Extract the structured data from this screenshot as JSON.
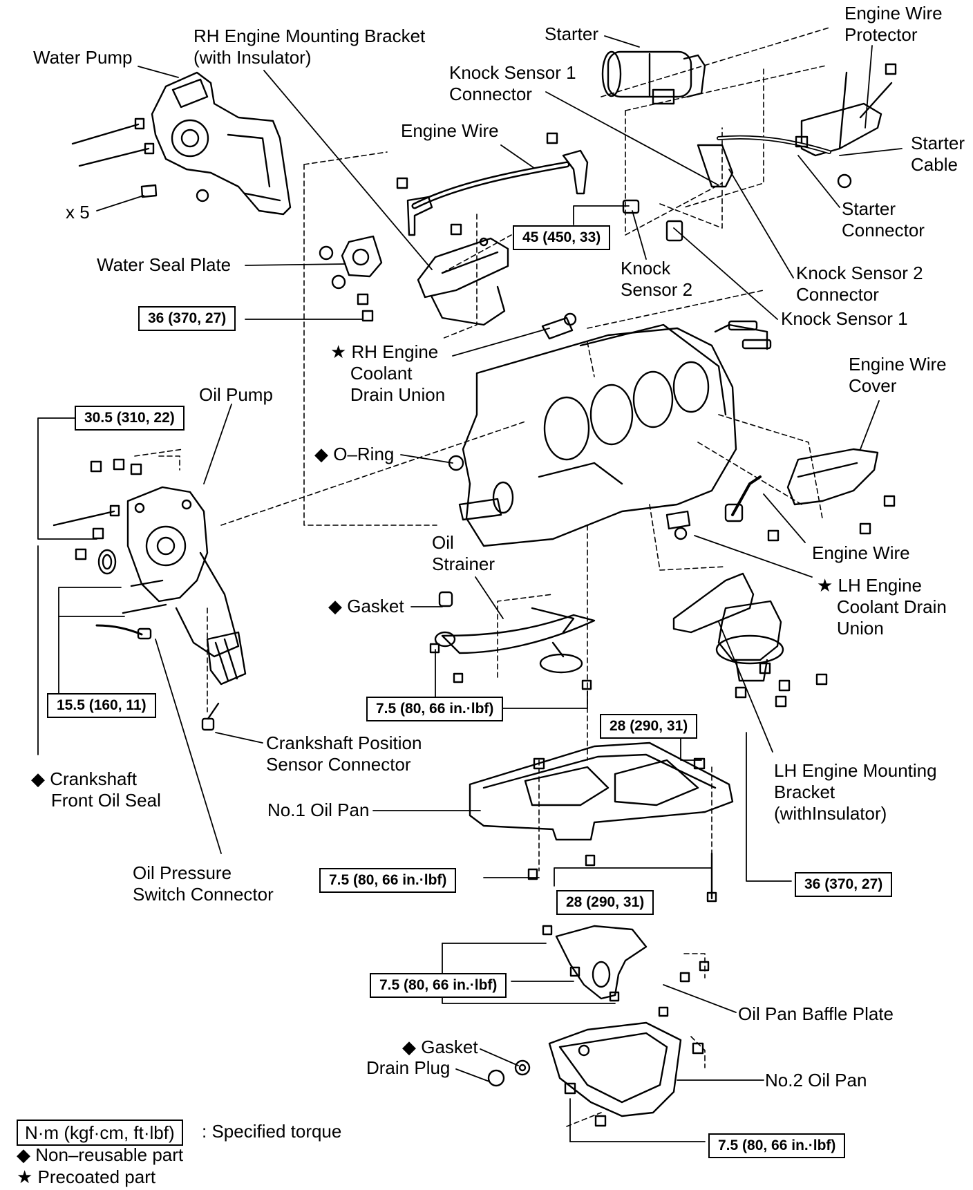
{
  "labels": {
    "water_pump": "Water Pump",
    "rh_bracket": "RH Engine Mounting Bracket\n(with Insulator)",
    "starter": "Starter",
    "wire_protector": "Engine Wire\nProtector",
    "ks1_connector": "Knock Sensor 1\nConnector",
    "engine_wire_top": "Engine Wire",
    "starter_cable": "Starter\nCable",
    "x5": "x 5",
    "starter_connector": "Starter\nConnector",
    "knock_sensor_2": "Knock\nSensor 2",
    "ks2_connector": "Knock Sensor 2\nConnector",
    "water_seal_plate": "Water Seal Plate",
    "knock_sensor_1": "Knock Sensor 1",
    "rh_drain_union": "★ RH Engine\n    Coolant\n    Drain Union",
    "engine_wire_cover": "Engine Wire\nCover",
    "oil_pump": "Oil Pump",
    "o_ring": "◆ O–Ring",
    "engine_wire_right": "Engine Wire",
    "oil_strainer": "Oil\nStrainer",
    "lh_drain_union": "★ LH Engine\n    Coolant Drain\n    Union",
    "gasket_strainer": "◆ Gasket",
    "crank_pos_connector": "Crankshaft Position\nSensor Connector",
    "crank_oil_seal": "◆ Crankshaft\n    Front Oil Seal",
    "no1_oil_pan": "No.1 Oil Pan",
    "lh_bracket": "LH Engine Mounting\nBracket\n(withInsulator)",
    "oil_pressure_connector": "Oil Pressure\nSwitch Connector",
    "baffle_plate": "Oil Pan Baffle Plate",
    "gasket_drain": "◆ Gasket",
    "drain_plug": "Drain Plug",
    "no2_oil_pan": "No.2 Oil Pan"
  },
  "torques": {
    "t1": "45 (450, 33)",
    "t2": "36 (370, 27)",
    "t3": "30.5 (310, 22)",
    "t4": "15.5 (160, 11)",
    "t5": "7.5 (80, 66 in.·lbf)",
    "t6": "28 (290, 31)",
    "t7": "7.5 (80, 66 in.·lbf)",
    "t8": "28 (290, 31)",
    "t9": "36 (370, 27)",
    "t10": "7.5 (80, 66 in.·lbf)",
    "t11": "7.5 (80, 66 in.·lbf)"
  },
  "legend": {
    "unit_box": "N·m (kgf·cm, ft·lbf)",
    "unit_text": ": Specified torque",
    "non_reusable": "◆ Non–reusable part",
    "precoated": "★ Precoated part"
  }
}
